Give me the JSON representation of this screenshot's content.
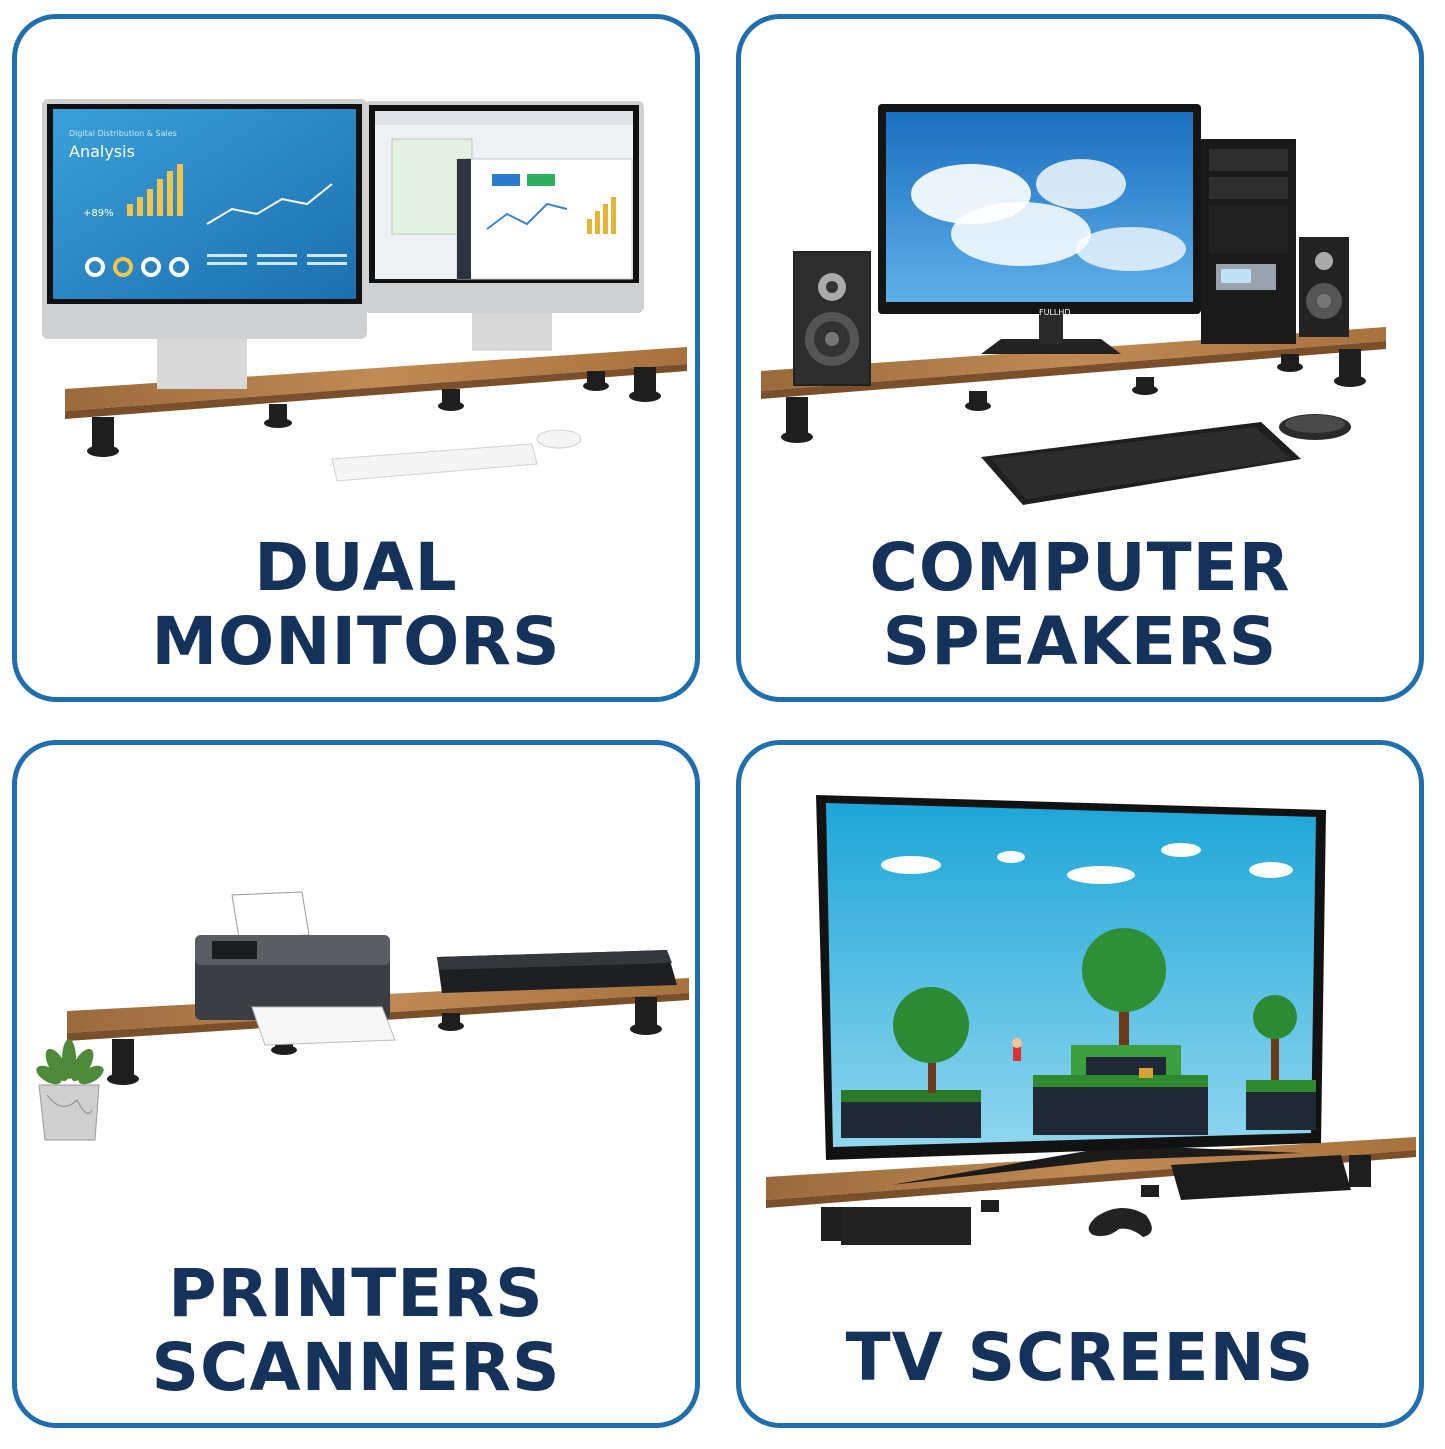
{
  "cards": [
    {
      "line1": "DUAL",
      "line2": "MONITORS",
      "screen_text": {
        "title": "Analysis",
        "subtitle": "Digital Distribution & Sales",
        "growth": "+89%"
      }
    },
    {
      "line1": "COMPUTER",
      "line2": "SPEAKERS",
      "screen_text": {
        "monitor_brand": "FULLHD"
      }
    },
    {
      "line1": "PRINTERS",
      "line2": "SCANNERS"
    },
    {
      "line1": "TV SCREENS",
      "line2": ""
    }
  ],
  "colors": {
    "border": "#1f6fb0",
    "caption": "#15335a",
    "wood": "#b07a47"
  }
}
